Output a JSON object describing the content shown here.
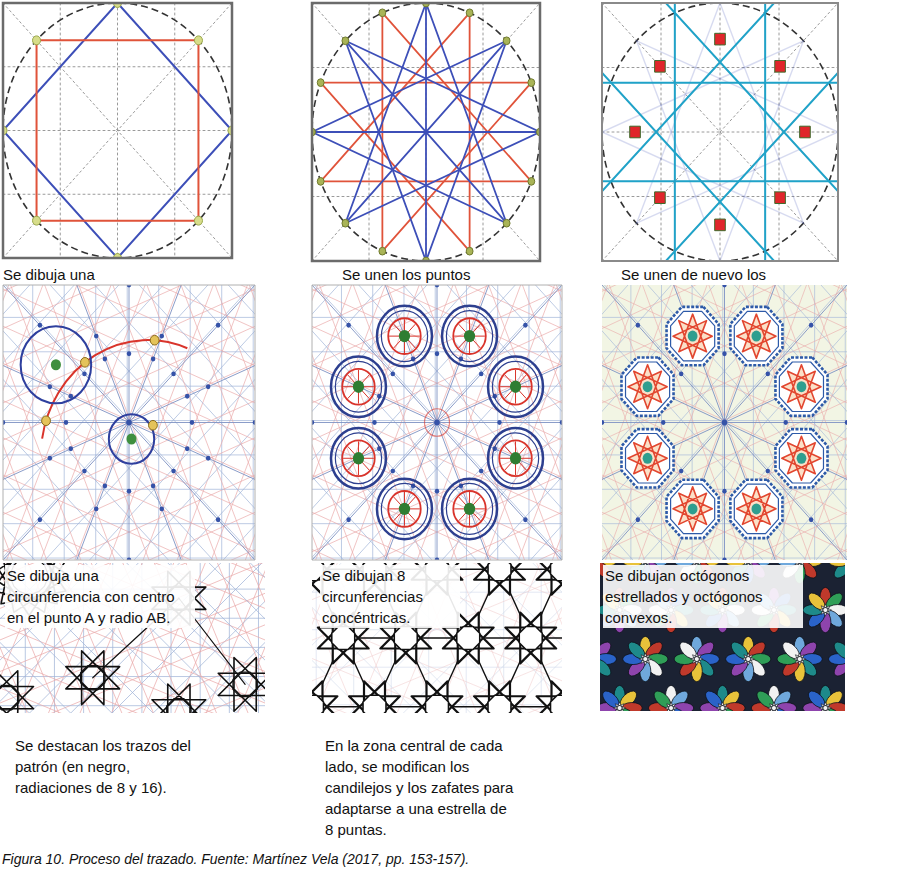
{
  "diagram": {
    "caption": "Figura 10. Proceso del trazado. Fuente: Martínez Vela (2017, pp. 153-157).",
    "labels": [
      "Se dibuja una",
      "Se unen los puntos",
      "Se unen de nuevo los",
      "Se dibuja una circunferencia con centro en el punto A y radio AB.",
      "Se dibujan 8 circunferencias concéntricas.",
      "Se dibujan octógonos estrellados y octógonos convexos.",
      "Se destacan los trazos del patrón (en negro, radiaciones de 8 y 16).",
      "En la zona central de cada lado, se modifican los candilejos y los zafates para adaptarse a una estrella de 8 puntas."
    ]
  }
}
